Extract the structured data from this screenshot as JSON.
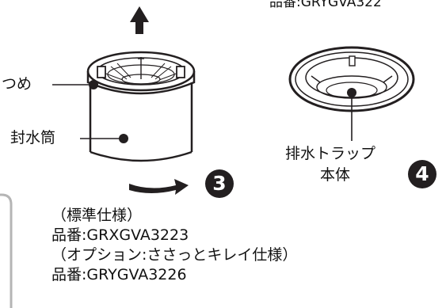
{
  "header": {
    "partial_text": "品番:GRYGVA322"
  },
  "left_part": {
    "claw_label": "つめ",
    "cylinder_label": "封水筒",
    "step_number": "3"
  },
  "right_part": {
    "label_line1": "排水トラップ",
    "label_line2": "本体",
    "step_number": "4"
  },
  "caption": {
    "line1": "（標準仕様）",
    "line2": "品番:GRXGVA3223",
    "line3": "（オプション:ささっとキレイ仕様）",
    "line4": "品番:GRYGVA3226"
  },
  "colors": {
    "ink": "#231f20",
    "panel_border": "#b5b5b5"
  }
}
